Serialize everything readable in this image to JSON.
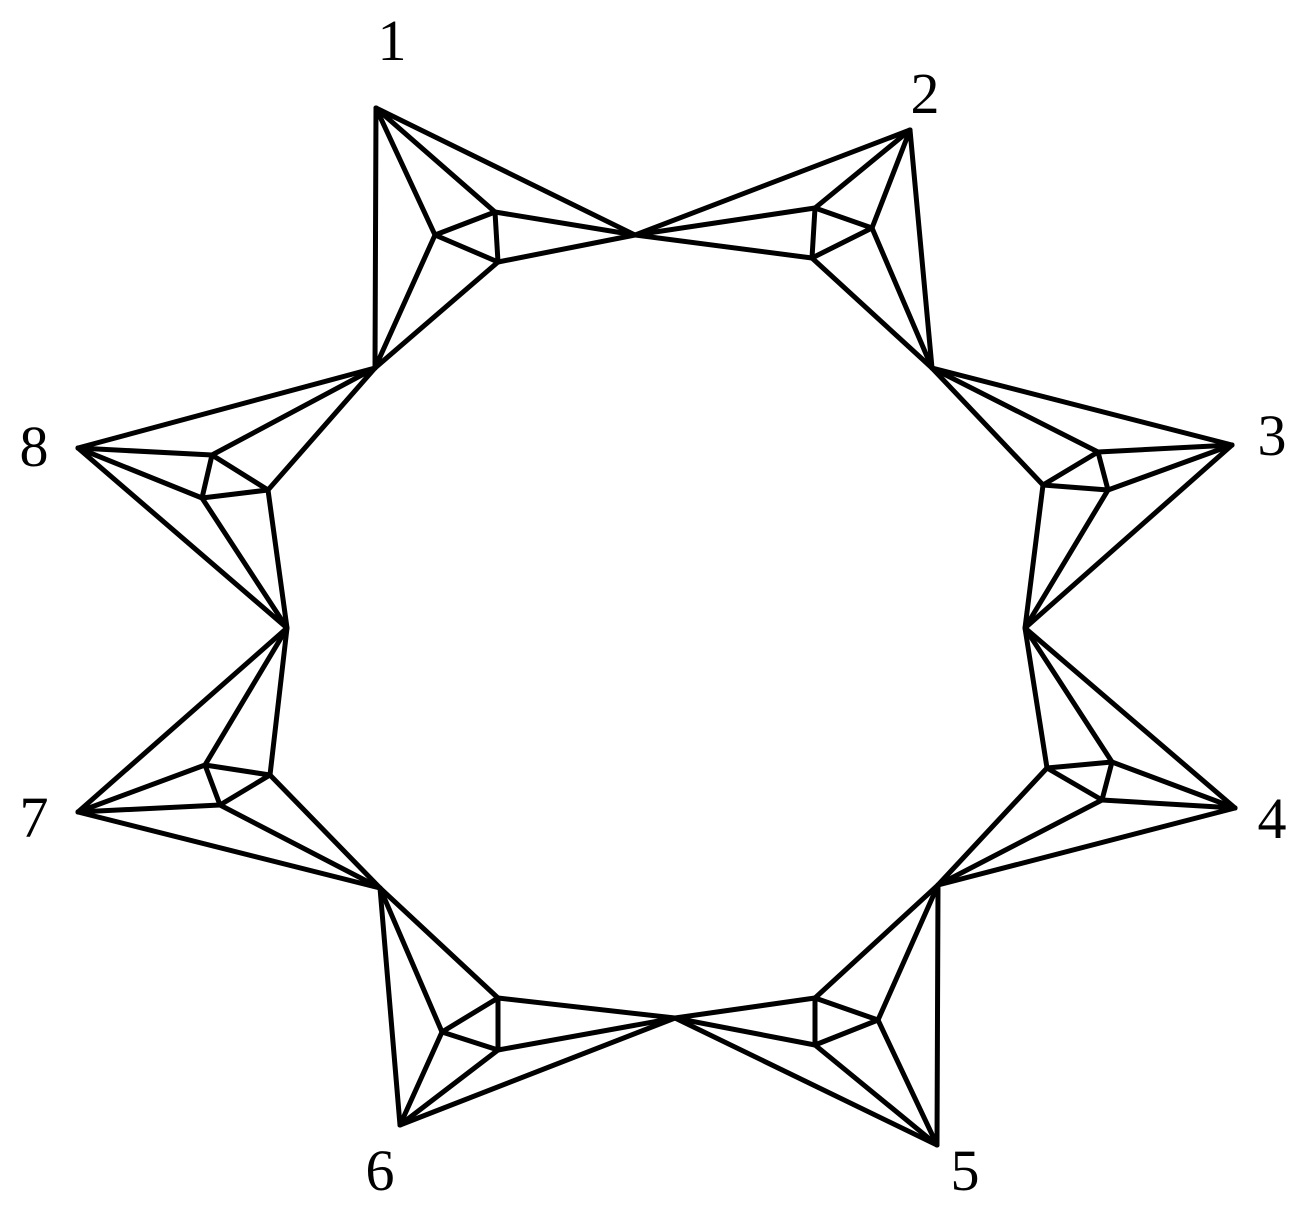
{
  "diagram": {
    "type": "graph",
    "colors": {
      "edge": "#000000",
      "background": "#ffffff"
    },
    "labels": [
      {
        "id": "1",
        "text": "1"
      },
      {
        "id": "2",
        "text": "2"
      },
      {
        "id": "3",
        "text": "3"
      },
      {
        "id": "4",
        "text": "4"
      },
      {
        "id": "5",
        "text": "5"
      },
      {
        "id": "6",
        "text": "6"
      },
      {
        "id": "7",
        "text": "7"
      },
      {
        "id": "8",
        "text": "8"
      }
    ]
  }
}
